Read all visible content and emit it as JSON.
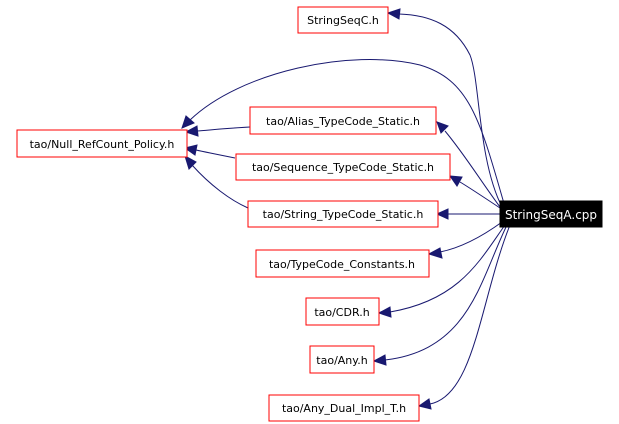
{
  "graph": {
    "root": "StringSeqA.cpp",
    "colors": {
      "edge": "#191970",
      "box_border": "#ff0000",
      "root_fill": "#000000",
      "root_text": "#ffffff"
    },
    "nodes": [
      {
        "id": "stringseqc",
        "label": "StringSeqC.h"
      },
      {
        "id": "alias",
        "label": "tao/Alias_TypeCode_Static.h"
      },
      {
        "id": "nullref",
        "label": "tao/Null_RefCount_Policy.h"
      },
      {
        "id": "sequence",
        "label": "tao/Sequence_TypeCode_Static.h"
      },
      {
        "id": "string",
        "label": "tao/String_TypeCode_Static.h"
      },
      {
        "id": "constants",
        "label": "tao/TypeCode_Constants.h"
      },
      {
        "id": "cdr",
        "label": "tao/CDR.h"
      },
      {
        "id": "any",
        "label": "tao/Any.h"
      },
      {
        "id": "anydual",
        "label": "tao/Any_Dual_Impl_T.h"
      },
      {
        "id": "root",
        "label": "StringSeqA.cpp"
      }
    ],
    "edges": [
      {
        "from": "root",
        "to": "stringseqc"
      },
      {
        "from": "root",
        "to": "nullref"
      },
      {
        "from": "root",
        "to": "alias"
      },
      {
        "from": "root",
        "to": "sequence"
      },
      {
        "from": "root",
        "to": "string"
      },
      {
        "from": "root",
        "to": "constants"
      },
      {
        "from": "root",
        "to": "cdr"
      },
      {
        "from": "root",
        "to": "any"
      },
      {
        "from": "root",
        "to": "anydual"
      },
      {
        "from": "alias",
        "to": "nullref"
      },
      {
        "from": "sequence",
        "to": "nullref"
      },
      {
        "from": "string",
        "to": "nullref"
      }
    ]
  }
}
